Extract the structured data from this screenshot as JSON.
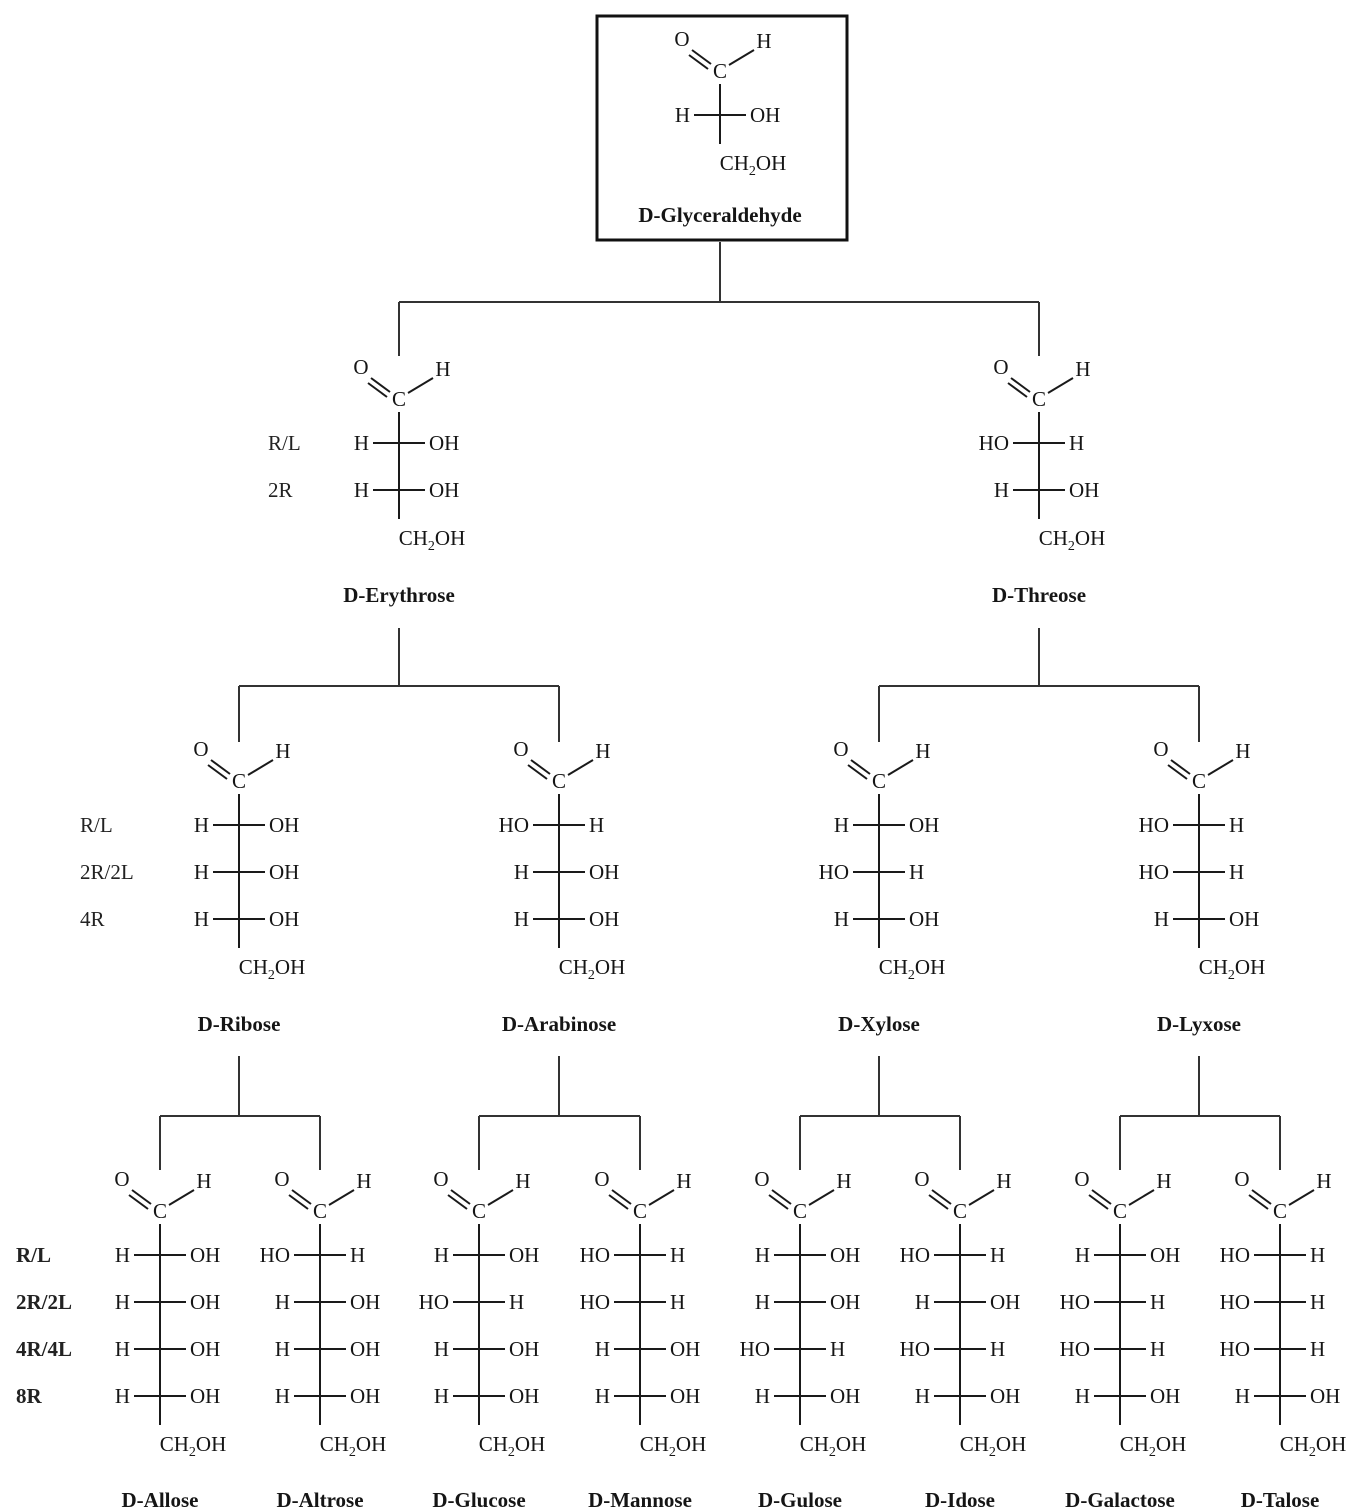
{
  "colors": {
    "ink": "#151515",
    "line": "#333333",
    "background": "#ffffff"
  },
  "root": {
    "name": "D-Glyceraldehyde",
    "aldehyde": {
      "o": "O",
      "c": "C",
      "h": "H"
    },
    "rows": [
      {
        "left": "H",
        "right": "OH"
      }
    ],
    "bottom": "CH2OH"
  },
  "generations": [
    {
      "config_labels": [
        "R/L",
        "2R"
      ],
      "sugars": [
        {
          "name": "D-Erythrose",
          "aldehyde": {
            "o": "O",
            "c": "C",
            "h": "H"
          },
          "rows": [
            {
              "left": "H",
              "right": "OH"
            },
            {
              "left": "H",
              "right": "OH"
            }
          ],
          "bottom": "CH2OH"
        },
        {
          "name": "D-Threose",
          "aldehyde": {
            "o": "O",
            "c": "C",
            "h": "H"
          },
          "rows": [
            {
              "left": "HO",
              "right": "H"
            },
            {
              "left": "H",
              "right": "OH"
            }
          ],
          "bottom": "CH2OH"
        }
      ]
    },
    {
      "config_labels": [
        "R/L",
        "2R/2L",
        "4R"
      ],
      "sugars": [
        {
          "name": "D-Ribose",
          "aldehyde": {
            "o": "O",
            "c": "C",
            "h": "H"
          },
          "rows": [
            {
              "left": "H",
              "right": "OH"
            },
            {
              "left": "H",
              "right": "OH"
            },
            {
              "left": "H",
              "right": "OH"
            }
          ],
          "bottom": "CH2OH"
        },
        {
          "name": "D-Arabinose",
          "aldehyde": {
            "o": "O",
            "c": "C",
            "h": "H"
          },
          "rows": [
            {
              "left": "HO",
              "right": "H"
            },
            {
              "left": "H",
              "right": "OH"
            },
            {
              "left": "H",
              "right": "OH"
            }
          ],
          "bottom": "CH2OH"
        },
        {
          "name": "D-Xylose",
          "aldehyde": {
            "o": "O",
            "c": "C",
            "h": "H"
          },
          "rows": [
            {
              "left": "H",
              "right": "OH"
            },
            {
              "left": "HO",
              "right": "H"
            },
            {
              "left": "H",
              "right": "OH"
            }
          ],
          "bottom": "CH2OH"
        },
        {
          "name": "D-Lyxose",
          "aldehyde": {
            "o": "O",
            "c": "C",
            "h": "H"
          },
          "rows": [
            {
              "left": "HO",
              "right": "H"
            },
            {
              "left": "HO",
              "right": "H"
            },
            {
              "left": "H",
              "right": "OH"
            }
          ],
          "bottom": "CH2OH"
        }
      ]
    },
    {
      "config_labels": [
        "R/L",
        "2R/2L",
        "4R/4L",
        "8R"
      ],
      "sugars": [
        {
          "name": "D-Allose",
          "aldehyde": {
            "o": "O",
            "c": "C",
            "h": "H"
          },
          "rows": [
            {
              "left": "H",
              "right": "OH"
            },
            {
              "left": "H",
              "right": "OH"
            },
            {
              "left": "H",
              "right": "OH"
            },
            {
              "left": "H",
              "right": "OH"
            }
          ],
          "bottom": "CH2OH"
        },
        {
          "name": "D-Altrose",
          "aldehyde": {
            "o": "O",
            "c": "C",
            "h": "H"
          },
          "rows": [
            {
              "left": "HO",
              "right": "H"
            },
            {
              "left": "H",
              "right": "OH"
            },
            {
              "left": "H",
              "right": "OH"
            },
            {
              "left": "H",
              "right": "OH"
            }
          ],
          "bottom": "CH2OH"
        },
        {
          "name": "D-Glucose",
          "aldehyde": {
            "o": "O",
            "c": "C",
            "h": "H"
          },
          "rows": [
            {
              "left": "H",
              "right": "OH"
            },
            {
              "left": "HO",
              "right": "H"
            },
            {
              "left": "H",
              "right": "OH"
            },
            {
              "left": "H",
              "right": "OH"
            }
          ],
          "bottom": "CH2OH"
        },
        {
          "name": "D-Mannose",
          "aldehyde": {
            "o": "O",
            "c": "C",
            "h": "H"
          },
          "rows": [
            {
              "left": "HO",
              "right": "H"
            },
            {
              "left": "HO",
              "right": "H"
            },
            {
              "left": "H",
              "right": "OH"
            },
            {
              "left": "H",
              "right": "OH"
            }
          ],
          "bottom": "CH2OH"
        },
        {
          "name": "D-Gulose",
          "aldehyde": {
            "o": "O",
            "c": "C",
            "h": "H"
          },
          "rows": [
            {
              "left": "H",
              "right": "OH"
            },
            {
              "left": "H",
              "right": "OH"
            },
            {
              "left": "HO",
              "right": "H"
            },
            {
              "left": "H",
              "right": "OH"
            }
          ],
          "bottom": "CH2OH"
        },
        {
          "name": "D-Idose",
          "aldehyde": {
            "o": "O",
            "c": "C",
            "h": "H"
          },
          "rows": [
            {
              "left": "HO",
              "right": "H"
            },
            {
              "left": "H",
              "right": "OH"
            },
            {
              "left": "HO",
              "right": "H"
            },
            {
              "left": "H",
              "right": "OH"
            }
          ],
          "bottom": "CH2OH"
        },
        {
          "name": "D-Galactose",
          "aldehyde": {
            "o": "O",
            "c": "C",
            "h": "H"
          },
          "rows": [
            {
              "left": "H",
              "right": "OH"
            },
            {
              "left": "HO",
              "right": "H"
            },
            {
              "left": "HO",
              "right": "H"
            },
            {
              "left": "H",
              "right": "OH"
            }
          ],
          "bottom": "CH2OH"
        },
        {
          "name": "D-Talose",
          "aldehyde": {
            "o": "O",
            "c": "C",
            "h": "H"
          },
          "rows": [
            {
              "left": "HO",
              "right": "H"
            },
            {
              "left": "HO",
              "right": "H"
            },
            {
              "left": "HO",
              "right": "H"
            },
            {
              "left": "H",
              "right": "OH"
            }
          ],
          "bottom": "CH2OH"
        }
      ]
    }
  ]
}
